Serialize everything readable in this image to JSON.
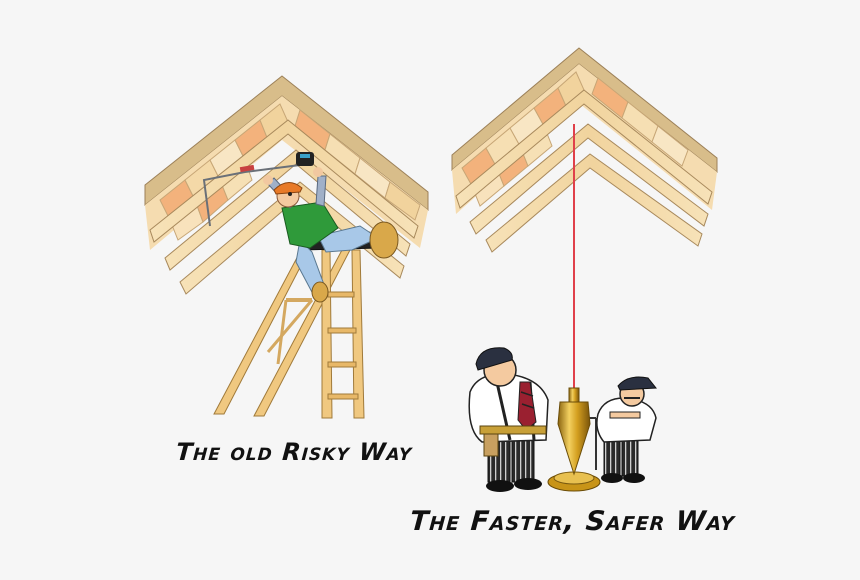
{
  "illustration": {
    "left_panel": {
      "caption": "The old Risky Way",
      "elements": [
        "roof-rafters",
        "worker-on-ladder",
        "stepladder",
        "measuring-tape"
      ]
    },
    "right_panel": {
      "caption": "The Faster, Safer Way",
      "elements": [
        "roof-rafters",
        "laser-beam",
        "laser-plumb-bob",
        "two-workers"
      ]
    },
    "colors": {
      "background": "#f6f6f6",
      "wood_light": "#f7e2b8",
      "wood_mid": "#efcf98",
      "wood_orange": "#f3b27c",
      "wood_edge": "#b89a6a",
      "laser": "#e0404a",
      "plumb_gold": "#d4a020",
      "caption_text": "#111111"
    }
  }
}
